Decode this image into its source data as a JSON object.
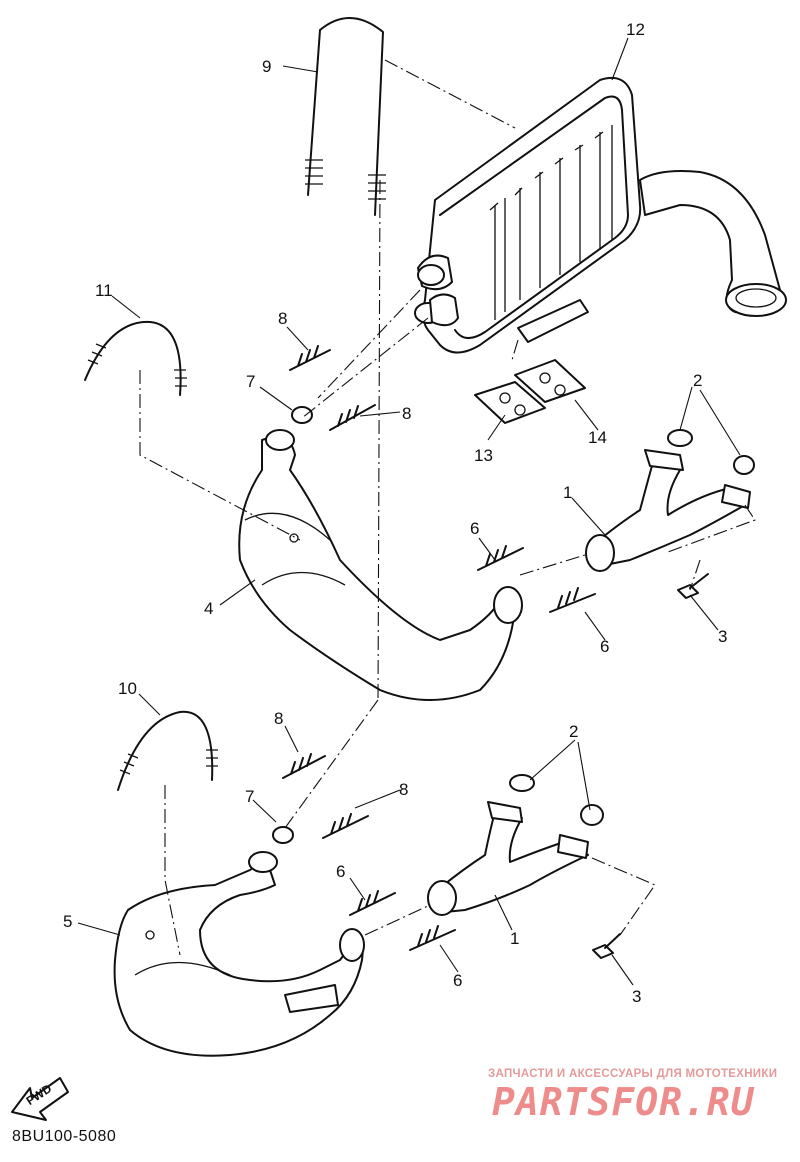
{
  "diagram": {
    "code": "8BU100-5080",
    "fwd_label": "FWD",
    "callouts": {
      "c1a": "1",
      "c1b": "1",
      "c2a": "2",
      "c2b": "2",
      "c3a": "3",
      "c3b": "3",
      "c4": "4",
      "c5": "5",
      "c6a": "6",
      "c6b": "6",
      "c6c": "6",
      "c6d": "6",
      "c7a": "7",
      "c7b": "7",
      "c8a": "8",
      "c8b": "8",
      "c8c": "8",
      "c8d": "8",
      "c9": "9",
      "c10": "10",
      "c11": "11",
      "c12": "12",
      "c13": "13",
      "c14": "14"
    }
  },
  "watermark": {
    "tagline": "ЗАПЧАСТИ И АКСЕССУАРЫ ДЛЯ МОТОТЕХНИКИ",
    "brand": "PARTSFOR.RU",
    "color": "#ee8c8c"
  }
}
